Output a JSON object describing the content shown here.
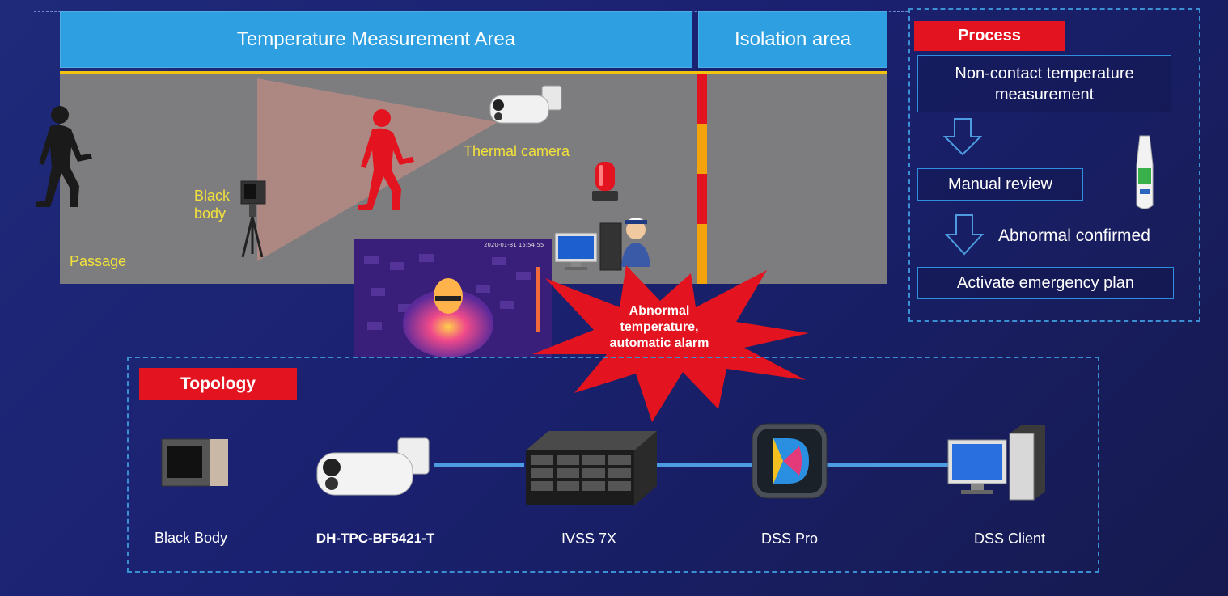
{
  "scene": {
    "temp_area_title": "Temperature Measurement Area",
    "isolation_title": "Isolation area",
    "labels": {
      "passage": "Passage",
      "black_body": "Black\nbody",
      "thermal_camera": "Thermal camera"
    },
    "alarm_text": "Abnormal temperature, automatic alarm",
    "thermal_timestamp": "2020-01-31 15:54:55"
  },
  "process": {
    "tag": "Process",
    "steps": [
      "Non-contact temperature measurement",
      "Manual review",
      "Abnormal confirmed",
      "Activate emergency plan"
    ]
  },
  "topology": {
    "tag": "Topology",
    "devices": [
      {
        "label": "Black Body",
        "icon": "black-body-icon"
      },
      {
        "label": "DH-TPC-BF5421-T",
        "icon": "thermal-camera-icon"
      },
      {
        "label": "IVSS 7X",
        "icon": "server-icon"
      },
      {
        "label": "DSS Pro",
        "icon": "dss-pro-app-icon"
      },
      {
        "label": "DSS Client",
        "icon": "computer-icon"
      }
    ]
  },
  "colors": {
    "accent_blue": "#2e9fe0",
    "alarm_red": "#e3141f",
    "label_yellow": "#f3e23a",
    "scene_grey": "#7d7d7f"
  }
}
